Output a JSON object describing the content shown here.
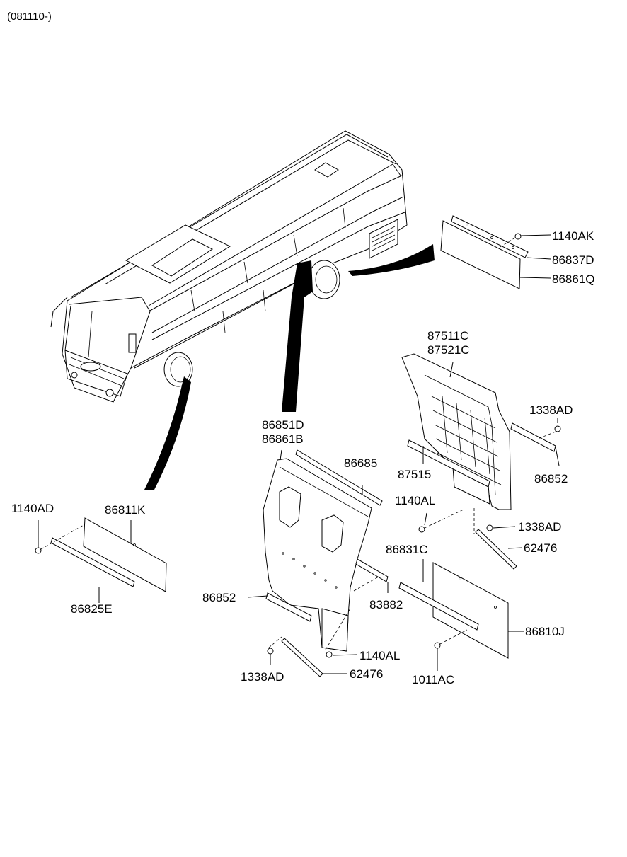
{
  "header": {
    "code": "(081110-)"
  },
  "parts": {
    "p1140AK": "1140AK",
    "p86837D": "86837D",
    "p86861Q": "86861Q",
    "p87511C": "87511C",
    "p87521C": "87521C",
    "p1338AD_a": "1338AD",
    "p86852_a": "86852",
    "p87515": "87515",
    "p1140AL_a": "1140AL",
    "p1338AD_b": "1338AD",
    "p62476_a": "62476",
    "p86851D": "86851D",
    "p86861B": "86861B",
    "p86685": "86685",
    "p1140AD": "1140AD",
    "p86811K": "86811K",
    "p86825E": "86825E",
    "p86831C": "86831C",
    "p83882": "83882",
    "p86852_b": "86852",
    "p86810J": "86810J",
    "p1140AL_b": "1140AL",
    "p1338AD_c": "1338AD",
    "p62476_b": "62476",
    "p1011AC": "1011AC"
  }
}
